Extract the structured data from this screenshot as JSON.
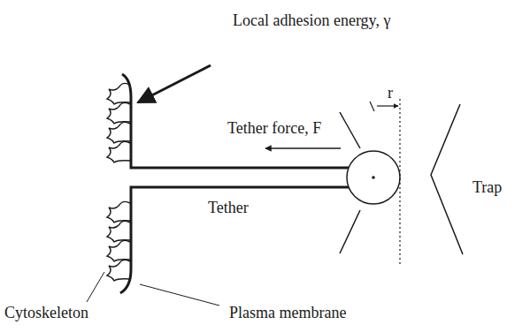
{
  "diagram": {
    "labels": [
      "Local adhesion energy, γ",
      "Tether force, F",
      "r",
      "Trap",
      "Tether",
      "Cytoskeleton",
      "Plasma membrane"
    ]
  }
}
